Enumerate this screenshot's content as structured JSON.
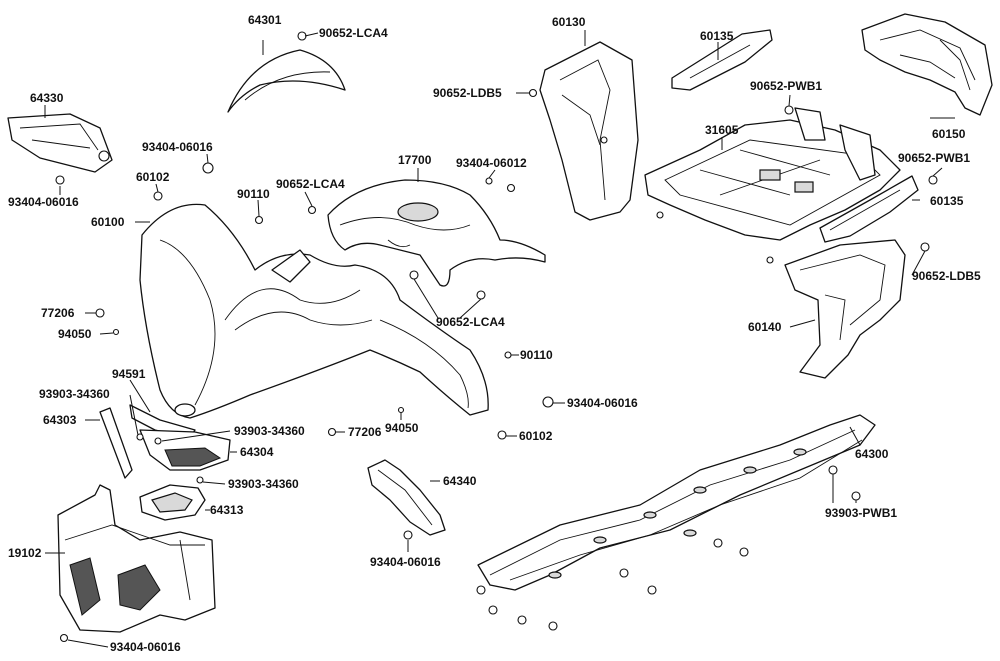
{
  "labels": {
    "p64301": "64301",
    "p90652_lca4_top": "90652-LCA4",
    "p60130": "60130",
    "p60135_top": "60135",
    "p90652_ldb5_top": "90652-LDB5",
    "p90652_pwb1_top": "90652-PWB1",
    "p64330": "64330",
    "p93404_06016_a": "93404-06016",
    "p93404_06016_b": "93404-06016",
    "p60102_a": "60102",
    "p60100": "60100",
    "p90110_a": "90110",
    "p90652_lca4_mid": "90652-LCA4",
    "p17700": "17700",
    "p93404_06012": "93404-06012",
    "p31605": "31605",
    "p60150": "60150",
    "p90652_pwb1_mid": "90652-PWB1",
    "p60135_right": "60135",
    "p90652_ldb5_right": "90652-LDB5",
    "p60140": "60140",
    "p77206_a": "77206",
    "p94050_a": "94050",
    "p90652_lca4_low": "90652-LCA4",
    "p90110_b": "90110",
    "p94591": "94591",
    "p93903_34360_a": "93903-34360",
    "p93404_06016_c": "93404-06016",
    "p64303": "64303",
    "p93903_34360_b": "93903-34360",
    "p77206_b": "77206",
    "p94050_b": "94050",
    "p60102_b": "60102",
    "p64304": "64304",
    "p93903_34360_c": "93903-34360",
    "p64340": "64340",
    "p64300": "64300",
    "p64313": "64313",
    "p93903_pwb1": "93903-PWB1",
    "p19102": "19102",
    "p93404_06016_d": "93404-06016",
    "p93404_06016_e": "93404-06016"
  }
}
